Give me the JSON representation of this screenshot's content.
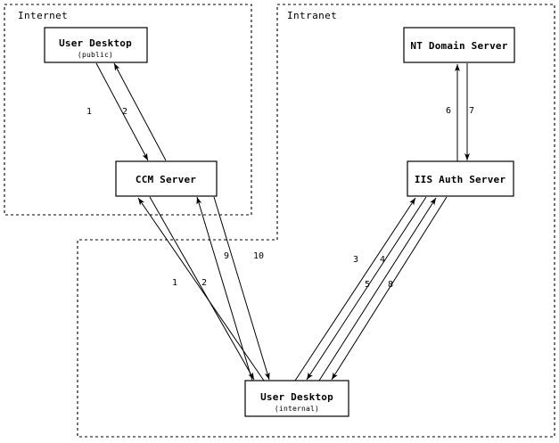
{
  "diagram": {
    "title_zones": [
      {
        "id": "internet",
        "label": "Internet"
      },
      {
        "id": "intranet",
        "label": "Intranet"
      }
    ],
    "nodes": [
      {
        "id": "user-desktop-public",
        "title": "User Desktop",
        "subtitle": "(public)"
      },
      {
        "id": "ccm-server",
        "title": "CCM Server",
        "subtitle": ""
      },
      {
        "id": "nt-domain-server",
        "title": "NT Domain Server",
        "subtitle": ""
      },
      {
        "id": "iis-auth-server",
        "title": "IIS Auth Server",
        "subtitle": ""
      },
      {
        "id": "user-desktop-internal",
        "title": "User Desktop",
        "subtitle": "(internal)"
      }
    ],
    "flows": [
      {
        "step": "1",
        "from": "user-desktop-public",
        "to": "ccm-server"
      },
      {
        "step": "2",
        "from": "ccm-server",
        "to": "user-desktop-public"
      },
      {
        "step": "1",
        "from": "user-desktop-internal",
        "to": "ccm-server"
      },
      {
        "step": "2",
        "from": "ccm-server",
        "to": "user-desktop-internal"
      },
      {
        "step": "3",
        "from": "user-desktop-internal",
        "to": "iis-auth-server"
      },
      {
        "step": "4",
        "from": "iis-auth-server",
        "to": "user-desktop-internal"
      },
      {
        "step": "5",
        "from": "user-desktop-internal",
        "to": "iis-auth-server"
      },
      {
        "step": "6",
        "from": "iis-auth-server",
        "to": "nt-domain-server"
      },
      {
        "step": "7",
        "from": "nt-domain-server",
        "to": "iis-auth-server"
      },
      {
        "step": "8",
        "from": "iis-auth-server",
        "to": "user-desktop-internal"
      },
      {
        "step": "9",
        "from": "user-desktop-internal",
        "to": "ccm-server"
      },
      {
        "step": "10",
        "from": "ccm-server",
        "to": "user-desktop-internal"
      }
    ],
    "flow_labels": [
      {
        "id": "label-1-top",
        "text": "1"
      },
      {
        "id": "label-2-top",
        "text": "2"
      },
      {
        "id": "label-6",
        "text": "6"
      },
      {
        "id": "label-7",
        "text": "7"
      },
      {
        "id": "label-9",
        "text": "9"
      },
      {
        "id": "label-10",
        "text": "10"
      },
      {
        "id": "label-1-bottom",
        "text": "1"
      },
      {
        "id": "label-2-bottom",
        "text": "2"
      },
      {
        "id": "label-3",
        "text": "3"
      },
      {
        "id": "label-4",
        "text": "4"
      },
      {
        "id": "label-5",
        "text": "5"
      },
      {
        "id": "label-8",
        "text": "8"
      }
    ],
    "colors": {
      "stroke": "#000000",
      "fill": "#ffffff"
    }
  }
}
